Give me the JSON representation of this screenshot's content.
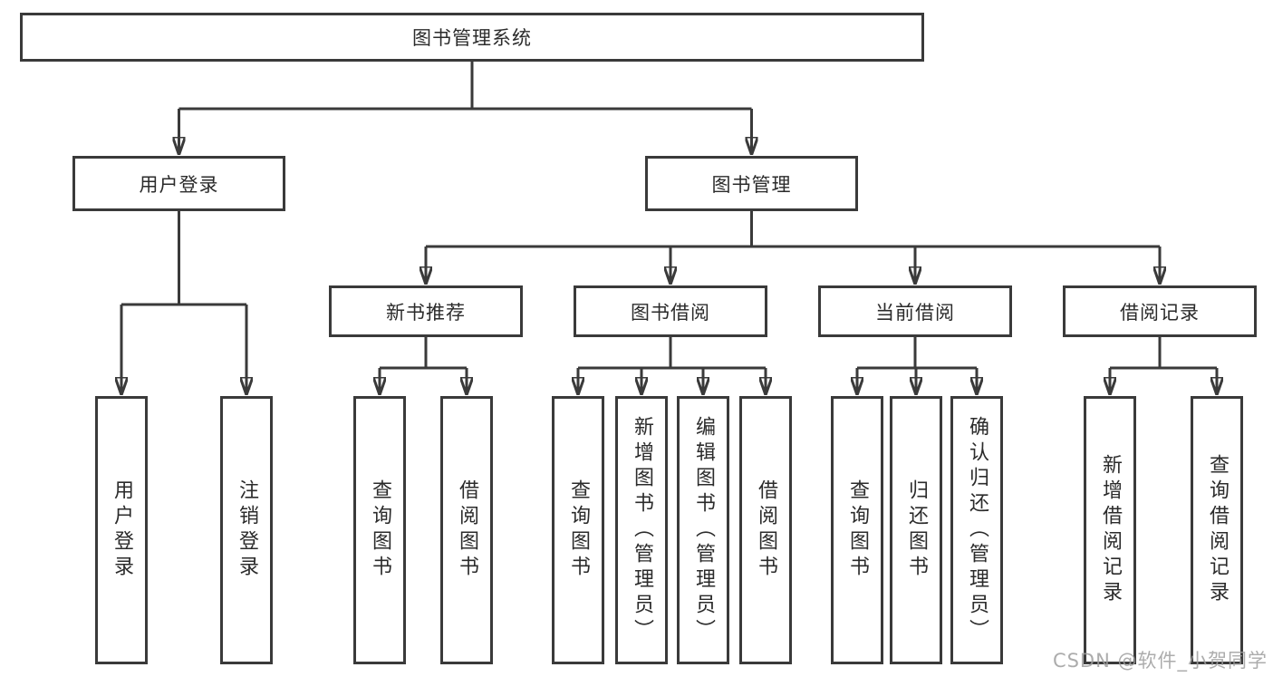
{
  "tree": {
    "root": "图书管理系统",
    "children": [
      {
        "label": "用户登录",
        "children": [
          {
            "label": "用户登录"
          },
          {
            "label": "注销登录"
          }
        ]
      },
      {
        "label": "图书管理",
        "children": [
          {
            "label": "新书推荐",
            "children": [
              {
                "label": "查询图书"
              },
              {
                "label": "借阅图书"
              }
            ]
          },
          {
            "label": "图书借阅",
            "children": [
              {
                "label": "查询图书"
              },
              {
                "label": "新增图书（管理员）"
              },
              {
                "label": "编辑图书（管理员）"
              },
              {
                "label": "借阅图书"
              }
            ]
          },
          {
            "label": "当前借阅",
            "children": [
              {
                "label": "查询图书"
              },
              {
                "label": "归还图书"
              },
              {
                "label": "确认归还（管理员）"
              }
            ]
          },
          {
            "label": "借阅记录",
            "children": [
              {
                "label": "新增借阅记录"
              },
              {
                "label": "查询借阅记录"
              }
            ]
          }
        ]
      }
    ]
  },
  "watermark": {
    "text": "CSDN @软件_小贺同学"
  },
  "colors": {
    "box_border": "#3a3a3a",
    "box_fill": "#ffffff",
    "text": "#2b2b2b",
    "connector": "#3a3a3a",
    "watermark_text": "#9e9e9e",
    "background": "#ffffff"
  }
}
